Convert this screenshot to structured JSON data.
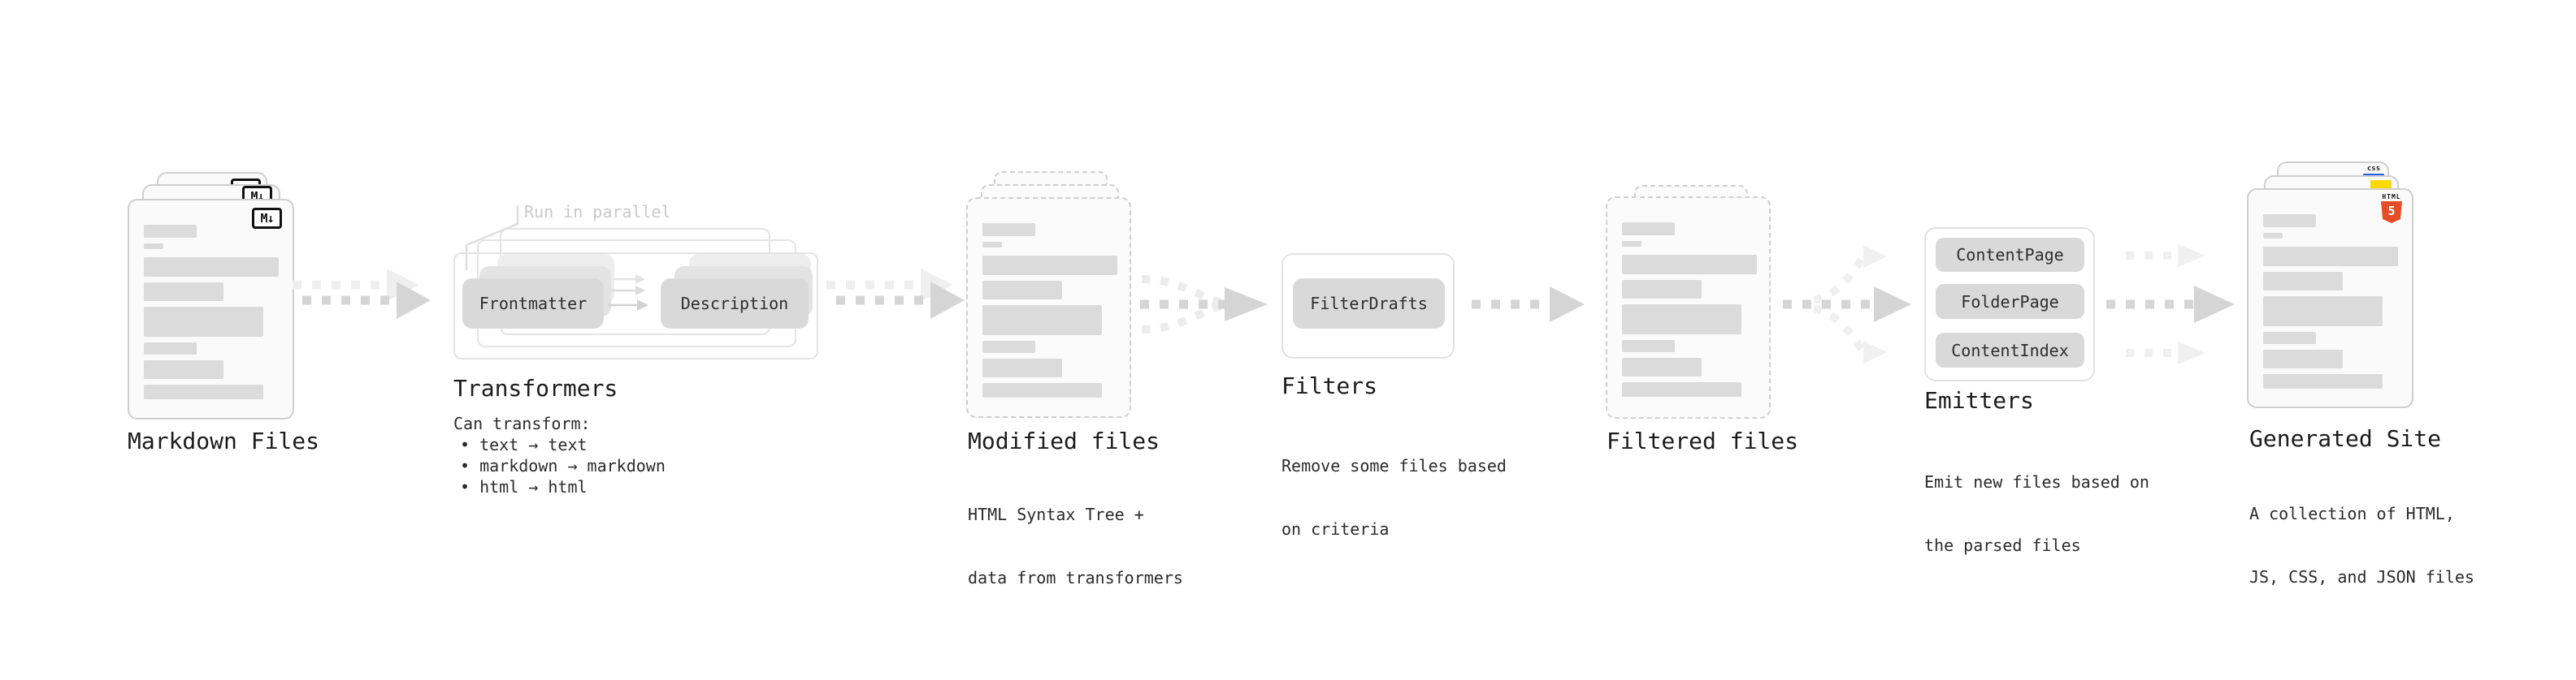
{
  "stages": {
    "markdown": {
      "title": "Markdown Files"
    },
    "transformers": {
      "title": "Transformers",
      "note": "Run in parallel",
      "node_from": "Frontmatter",
      "node_to": "Description",
      "desc_heading": "Can transform:",
      "bullets": [
        "• text → text",
        "• markdown → markdown",
        "• html → html"
      ]
    },
    "modified": {
      "title": "Modified files",
      "desc1": "HTML Syntax Tree +",
      "desc2": "data from transformers"
    },
    "filters": {
      "title": "Filters",
      "node": "FilterDrafts",
      "desc1": "Remove some files based",
      "desc2": "on criteria"
    },
    "filtered": {
      "title": "Filtered files"
    },
    "emitters": {
      "title": "Emitters",
      "nodes": [
        "ContentPage",
        "FolderPage",
        "ContentIndex"
      ],
      "desc1": "Emit new files based on",
      "desc2": "the parsed files"
    },
    "generated": {
      "title": "Generated Site",
      "desc1": "A collection of HTML,",
      "desc2": "JS, CSS, and JSON files"
    }
  },
  "icons": {
    "markdown_logo": "M↓",
    "html5_text": "HTML",
    "html5_number": "5",
    "css_text": "css"
  },
  "colors": {
    "node_fill": "#d9d9d9",
    "arrow_dark": "#d5d5d5",
    "arrow_light": "#efefef",
    "html5_orange": "#e44d26",
    "js_yellow": "#ffd900",
    "css_blue": "#2760e5"
  }
}
